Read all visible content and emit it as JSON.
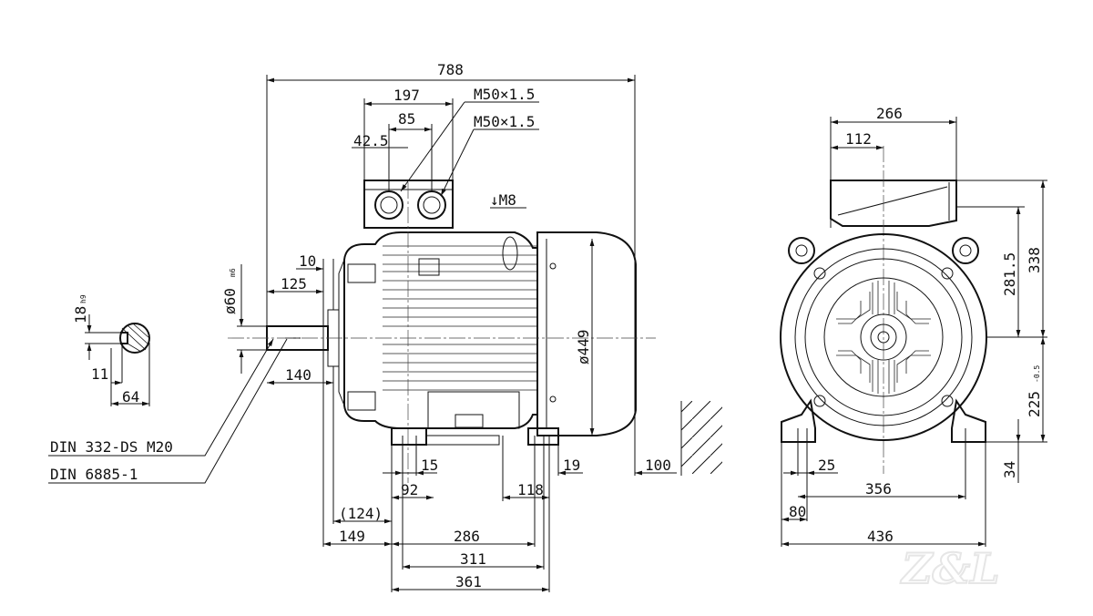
{
  "front_view": {
    "overall_length": "788",
    "terminal_box_width": "197",
    "gland_spacing": "85",
    "gland_offset": "42.5",
    "gland_thread_1": "M50×1.5",
    "gland_thread_2": "M50×1.5",
    "lifting_thread": "↓M8",
    "shaft_diameter": "ø60",
    "shaft_tolerance": "m6",
    "shaft_end_offset": "10",
    "shaft_length": "125",
    "flange_to_shaft": "140",
    "housing_diameter": "ø449",
    "foot_width": "15",
    "foot_to_box": "92",
    "foot_span_inner": "118",
    "foot_width_rear": "19",
    "rear_clearance": "100",
    "shaft_to_foot_bracketed": "(124)",
    "shaft_to_foot": "149",
    "foot_holes_a": "286",
    "foot_holes_b": "311",
    "foot_length": "361",
    "din_centre_hole": "DIN 332-DS M20",
    "din_key": "DIN 6885-1"
  },
  "key_section": {
    "key_width": "18",
    "key_tolerance": "h9",
    "key_height": "11",
    "shaft_height": "64"
  },
  "side_view": {
    "box_width": "266",
    "box_offset": "112",
    "height_to_top": "338",
    "box_height_from_axis": "281.5",
    "shaft_height": "225",
    "shaft_height_tolerance": "-0.5",
    "foot_thickness": "34",
    "foot_hole_width": "25",
    "foot_hole_span": "356",
    "foot_width": "80",
    "overall_foot_width": "436"
  },
  "watermark": "Z&L",
  "colors": {
    "line": "#111111",
    "watermark": "#e6e6e6"
  }
}
